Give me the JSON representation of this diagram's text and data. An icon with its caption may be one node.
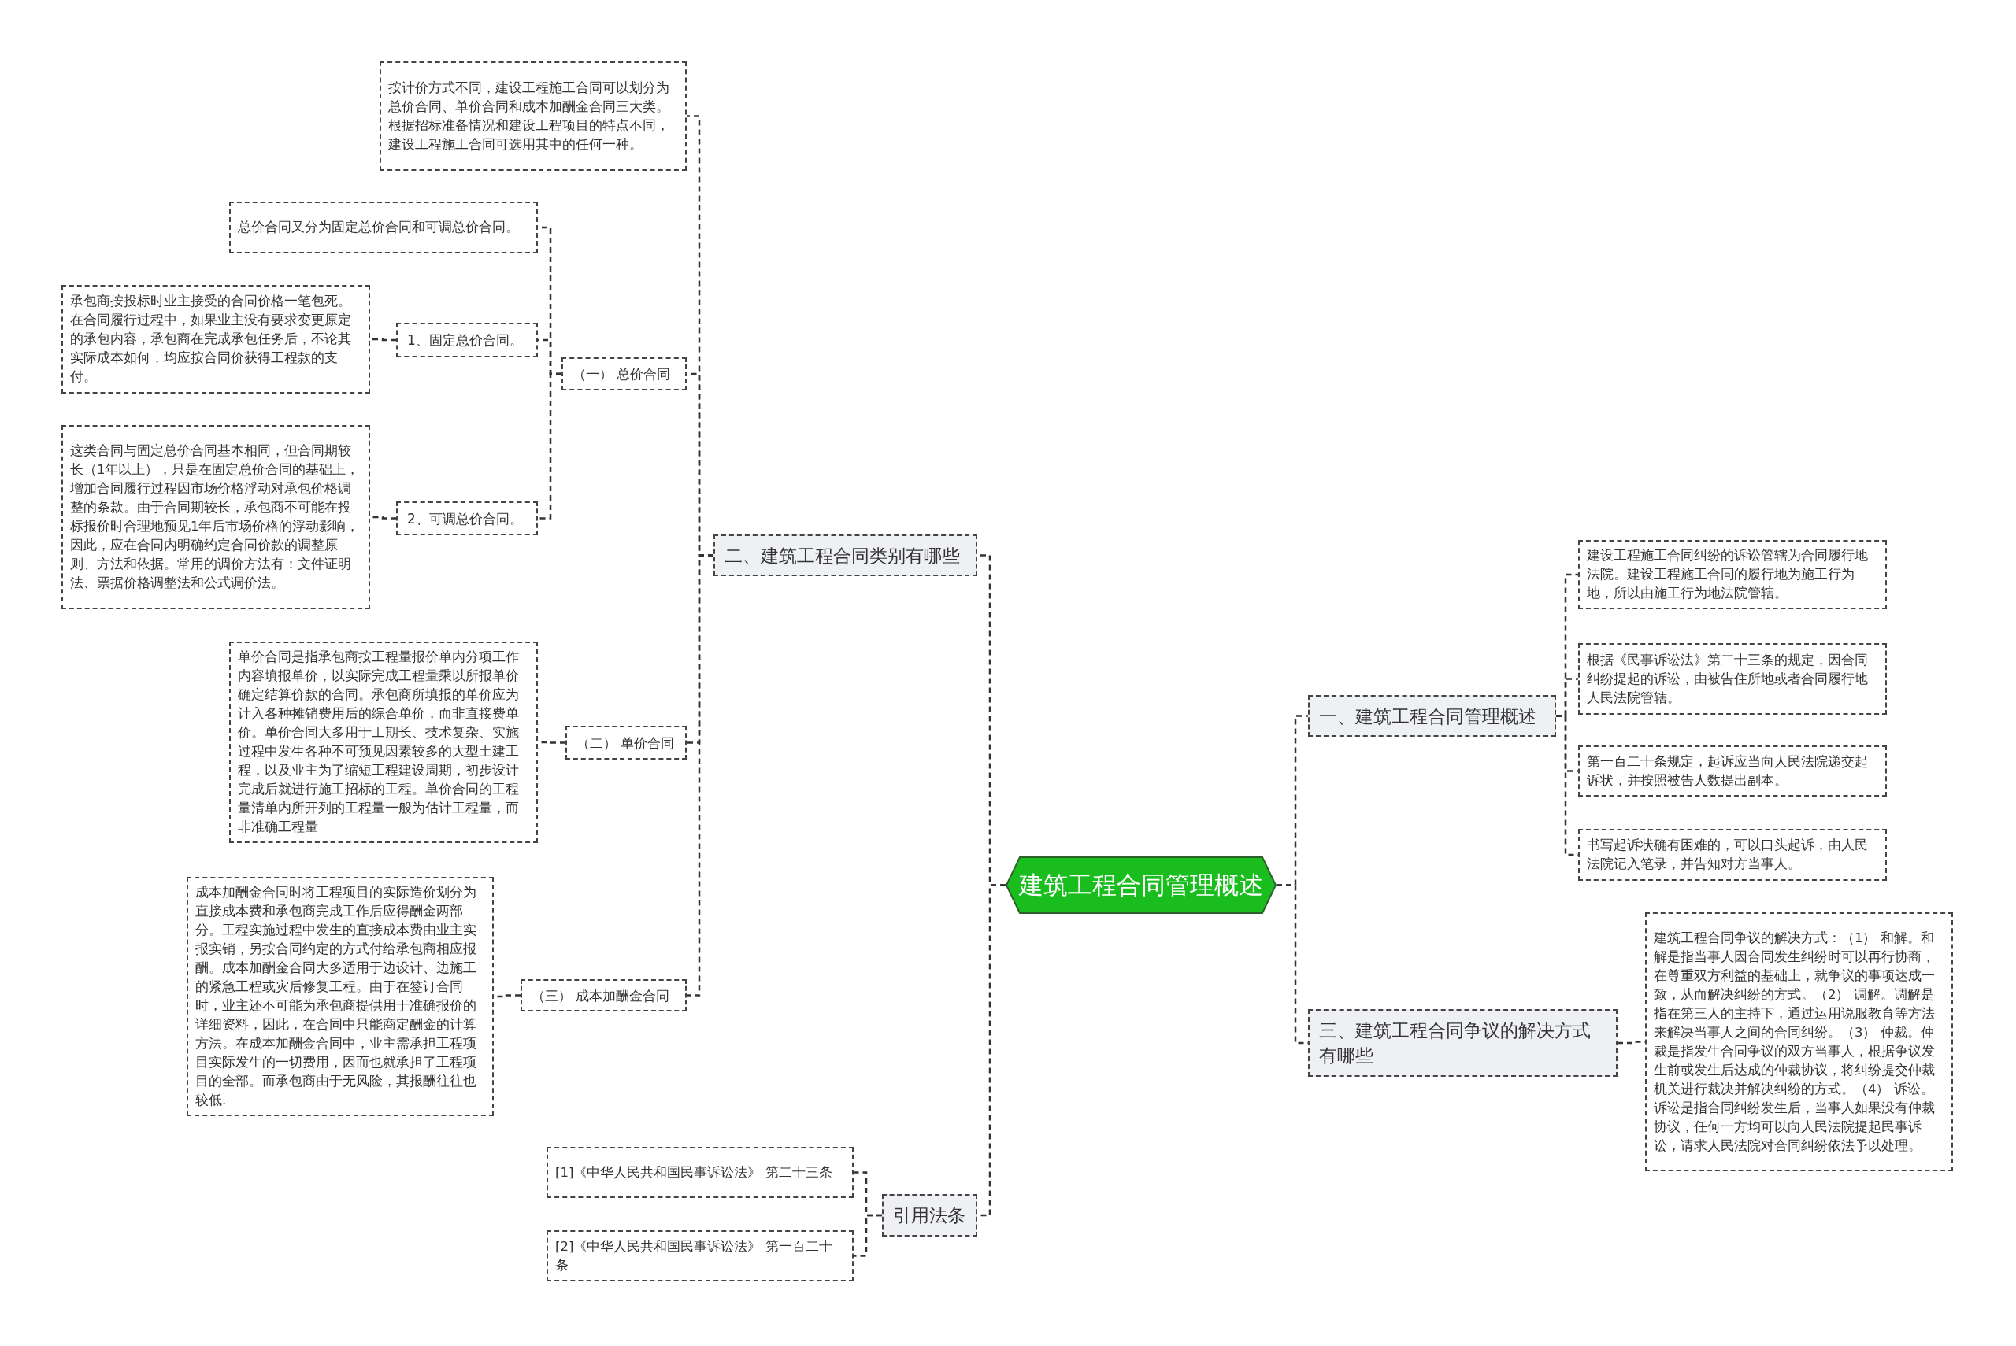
{
  "diagram": {
    "nodes": [
      {
        "text": [
          "建筑工程合同管理概述"
        ]
      },
      {
        "text": [
          "二、建筑工程合同类别有哪些"
        ]
      },
      {
        "text": [
          "按计价方式不同，建设工程施工合同可以划分为总价合同、单价合同和成本加酬金合同三大类。根据招标准备情况和建设工程项目的特点不同，建设工程施工合同可选用其中的任何一种。"
        ]
      },
      {
        "text": [
          "（一） 总价合同"
        ]
      },
      {
        "text": [
          "总价合同又分为固定总价合同和可调总价合同。"
        ]
      },
      {
        "text": [
          "1、固定总价合同。"
        ]
      },
      {
        "text": [
          "承包商按投标时业主接受的合同价格一笔包死。在合同履行过程中，如果业主没有要求变更原定的承包内容，承包商在完成承包任务后，不论其实际成本如何，均应按合同价获得工程款的支付。"
        ]
      },
      {
        "text": [
          "2、可调总价合同。"
        ]
      },
      {
        "text": [
          "这类合同与固定总价合同基本相同，但合同期较长（1年以上），只是在固定总价合同的基础上，增加合同履行过程因市场价格浮动对承包价格调整的条款。由于合同期较长，承包商不可能在投标报价时合理地预见1年后市场价格的浮动影响，因此，应在合同内明确约定合同价款的调整原则、方法和依据。常用的调价方法有：文件证明法、票据价格调整法和公式调价法。"
        ]
      },
      {
        "text": [
          "（二） 单价合同"
        ]
      },
      {
        "text": [
          "单价合同是指承包商按工程量报价单内分项工作内容填报单价，以实际完成工程量乘以所报单价确定结算价款的合同。承包商所填报的单价应为计入各种摊销费用后的综合单价，而非直接费单价。单价合同大多用于工期长、技术复杂、实施过程中发生各种不可预见因素较多的大型土建工程，以及业主为了缩短工程建设周期，初步设计完成后就进行施工招标的工程。单价合同的工程量清单内所开列的工程量一般为估计工程量，而非准确工程量"
        ]
      },
      {
        "text": [
          "（三） 成本加酬金合同"
        ]
      },
      {
        "text": [
          "成本加酬金合同时将工程项目的实际造价划分为直接成本费和承包商完成工作后应得酬金两部分。工程实施过程中发生的直接成本费由业主实报实销，另按合同约定的方式付给承包商相应报酬。成本加酬金合同大多适用于边设计、边施工的紧急工程或灾后修复工程。由于在签订合同时，业主还不可能为承包商提供用于准确报价的详细资料，因此，在合同中只能商定酬金的计算方法。在成本加酬金合同中，业主需承担工程项目实际发生的一切费用，因而也就承担了工程项目的全部。而承包商由于无风险，其报酬往往也较低."
        ]
      },
      {
        "text": [
          "引用法条"
        ]
      },
      {
        "text": [
          "[1]《中华人民共和国民事诉讼法》 第二十三条"
        ]
      },
      {
        "text": [
          "[2]《中华人民共和国民事诉讼法》 第一百二十条"
        ]
      },
      {
        "text": [
          "一、建筑工程合同管理概述"
        ]
      },
      {
        "text": [
          "建设工程施工合同纠纷的诉讼管辖为合同履行地法院。建设工程施工合同的履行地为施工行为地，所以由施工行为地法院管辖。"
        ]
      },
      {
        "text": [
          "根据《民事诉讼法》第二十三条的规定，因合同纠纷提起的诉讼，由被告住所地或者合同履行地人民法院管辖。"
        ]
      },
      {
        "text": [
          "第一百二十条规定，起诉应当向人民法院递交起诉状，并按照被告人数提出副本。"
        ]
      },
      {
        "text": [
          "书写起诉状确有困难的，可以口头起诉，由人民法院记入笔录，并告知对方当事人。"
        ]
      },
      {
        "text": [
          "三、建筑工程合同争议的解决方式有哪些"
        ]
      },
      {
        "text": [
          "建筑工程合同争议的解决方式：（1） 和解。和解是指当事人因合同发生纠纷时可以再行协商，在尊重双方利益的基础上，就争议的事项达成一致，从而解决纠纷的方式。（2） 调解。调解是指在第三人的主持下，通过运用说服教育等方法来解决当事人之间的合同纠纷。（3） 仲裁。仲裁是指发生合同争议的双方当事人，根据争议发生前或发生后达成的仲裁协议，将纠纷提交仲裁机关进行裁决并解决纠纷的方式。（4） 诉讼。诉讼是指合同纠纷发生后，当事人如果没有仲裁协议，任何一方均可以向人民法院提起民事诉讼，请求人民法院对合同纠纷依法予以处理。"
        ]
      }
    ],
    "edges": [
      {
        "from": 0,
        "to": 1,
        "arrow": "none",
        "style": "dashed"
      },
      {
        "from": 0,
        "to": 13,
        "arrow": "none",
        "style": "dashed"
      },
      {
        "from": 0,
        "to": 16,
        "arrow": "none",
        "style": "dashed"
      },
      {
        "from": 0,
        "to": 21,
        "arrow": "none",
        "style": "dashed"
      },
      {
        "from": 1,
        "to": 2,
        "arrow": "none",
        "style": "dashed"
      },
      {
        "from": 1,
        "to": 3,
        "arrow": "none",
        "style": "dashed"
      },
      {
        "from": 1,
        "to": 9,
        "arrow": "none",
        "style": "dashed"
      },
      {
        "from": 1,
        "to": 11,
        "arrow": "none",
        "style": "dashed"
      },
      {
        "from": 3,
        "to": 4,
        "arrow": "none",
        "style": "dashed"
      },
      {
        "from": 3,
        "to": 5,
        "arrow": "none",
        "style": "dashed"
      },
      {
        "from": 3,
        "to": 7,
        "arrow": "none",
        "style": "dashed"
      },
      {
        "from": 5,
        "to": 6,
        "arrow": "none",
        "style": "dashed"
      },
      {
        "from": 7,
        "to": 8,
        "arrow": "none",
        "style": "dashed"
      },
      {
        "from": 9,
        "to": 10,
        "arrow": "none",
        "style": "dashed"
      },
      {
        "from": 11,
        "to": 12,
        "arrow": "none",
        "style": "dashed"
      },
      {
        "from": 13,
        "to": 14,
        "arrow": "none",
        "style": "dashed"
      },
      {
        "from": 13,
        "to": 15,
        "arrow": "none",
        "style": "dashed"
      },
      {
        "from": 16,
        "to": 17,
        "arrow": "none",
        "style": "dashed"
      },
      {
        "from": 16,
        "to": 18,
        "arrow": "none",
        "style": "dashed"
      },
      {
        "from": 16,
        "to": 19,
        "arrow": "none",
        "style": "dashed"
      },
      {
        "from": 16,
        "to": 20,
        "arrow": "none",
        "style": "dashed"
      },
      {
        "from": 21,
        "to": 22,
        "arrow": "none",
        "style": "dashed"
      }
    ]
  }
}
